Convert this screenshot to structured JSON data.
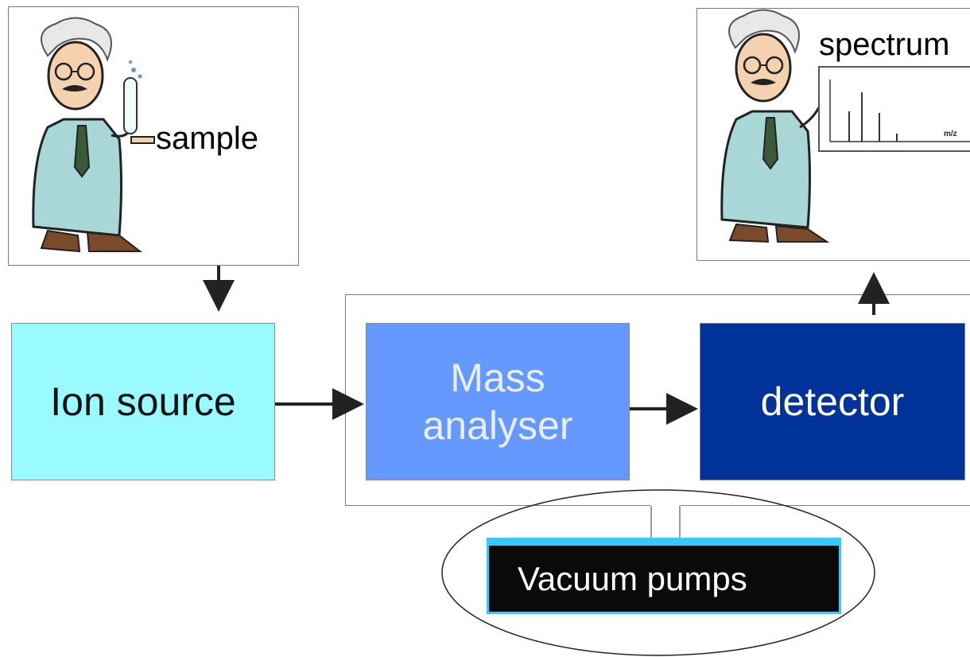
{
  "diagram": {
    "sample_label": "sample",
    "spectrum_label": "spectrum",
    "mz_label": "m/z",
    "ion_source_label": "Ion source",
    "mass_analyser_lines": [
      "Mass",
      "analyser"
    ],
    "detector_label": "detector",
    "vacuum_pumps_label": "Vacuum pumps"
  },
  "colors": {
    "ion_source_fill": "#99fbff",
    "mass_analyser_fill": "#6699ff",
    "detector_fill": "#003399",
    "vacuum_pumps_fill": "#0a0a0a",
    "vacuum_pumps_border": "#33ccff",
    "coat": "#a9d6d6",
    "arrow": "#222222"
  },
  "icons": [
    "scientist-with-test-tube-icon",
    "scientist-with-chart-icon"
  ]
}
